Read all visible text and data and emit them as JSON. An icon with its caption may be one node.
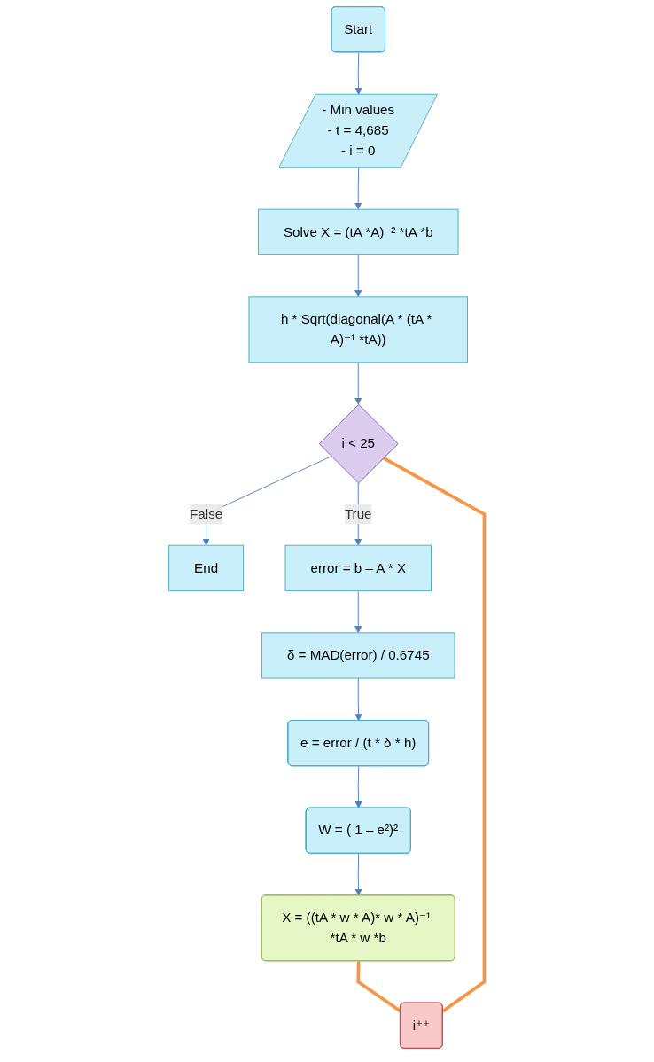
{
  "diagram": {
    "nodes": [
      {
        "text": [
          "Start"
        ]
      },
      {
        "text": [
          "- Min values",
          "- t = 4,685",
          "- i = 0"
        ]
      },
      {
        "text": [
          "Solve X = (tA *A)⁻² *tA *b"
        ]
      },
      {
        "text": [
          "h * Sqrt(diagonal(A * (tA * A)⁻¹ *tA))"
        ]
      },
      {
        "text": [
          "i < 25"
        ]
      },
      {
        "text": [
          "End"
        ]
      },
      {
        "text": [
          "error = b – A * X"
        ]
      },
      {
        "text": [
          "δ = MAD(error) / 0.6745"
        ]
      },
      {
        "text": [
          "e = error / (t * δ * h)"
        ]
      },
      {
        "text": [
          "W = ( 1 – e²)²"
        ]
      },
      {
        "text": [
          "X = ((tA * w * A)* w * A)⁻¹ *tA * w *b"
        ]
      },
      {
        "text": [
          "i⁺⁺"
        ]
      }
    ],
    "edges": [
      {
        "from": 0,
        "to": 1,
        "arrow": "to"
      },
      {
        "from": 1,
        "to": 2,
        "arrow": "to"
      },
      {
        "from": 2,
        "to": 3,
        "arrow": "to"
      },
      {
        "from": 3,
        "to": 4,
        "arrow": "to"
      },
      {
        "from": 4,
        "to": 5,
        "arrow": "to",
        "label": "False"
      },
      {
        "from": 4,
        "to": 6,
        "arrow": "to",
        "label": "True"
      },
      {
        "from": 6,
        "to": 7,
        "arrow": "to"
      },
      {
        "from": 7,
        "to": 8,
        "arrow": "to"
      },
      {
        "from": 8,
        "to": 9,
        "arrow": "to"
      },
      {
        "from": 9,
        "to": 10,
        "arrow": "to"
      },
      {
        "from": 10,
        "to": 11,
        "arrow": "none",
        "style": "thick",
        "color": "#f79646"
      },
      {
        "from": 11,
        "to": 4,
        "arrow": "none",
        "style": "thick",
        "color": "#f79646"
      }
    ]
  }
}
